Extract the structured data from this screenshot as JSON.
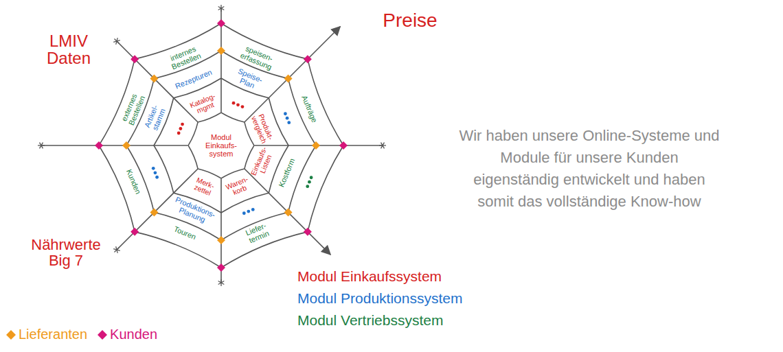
{
  "diagram": {
    "nodes": [
      {
        "text": [
          "Modul Einkaufs- system"
        ]
      }
    ],
    "labels": [
      "LMIV Daten",
      "Preise",
      "Nährwerte Big 7",
      "internes Bestellen",
      "speisen- erfassung",
      "Aufträge",
      "Liefer- termin",
      "Touren",
      "Kunden",
      "externes Bestellen",
      "Rezepturen",
      "Speise- Plan",
      "Kostform",
      "Produktions- Planung",
      "Artikel- stamm",
      "Katalog- mgmt",
      "Produkt- vergleich",
      "Einkaufs- Listen",
      "Waren- korb",
      "Merk- zettel",
      "Wir haben unsere Online-Systeme und Module für unsere Kunden eigenständig entwickelt und haben somit das vollständige Know-how",
      "Modul Einkaufssystem",
      "Modul Produktionssystem",
      "Modul Vertriebssystem"
    ],
    "legend": [
      {
        "text": "Lieferanten",
        "color": "#ef9a1c"
      },
      {
        "text": "Kunden",
        "color": "#d6157a"
      }
    ]
  }
}
